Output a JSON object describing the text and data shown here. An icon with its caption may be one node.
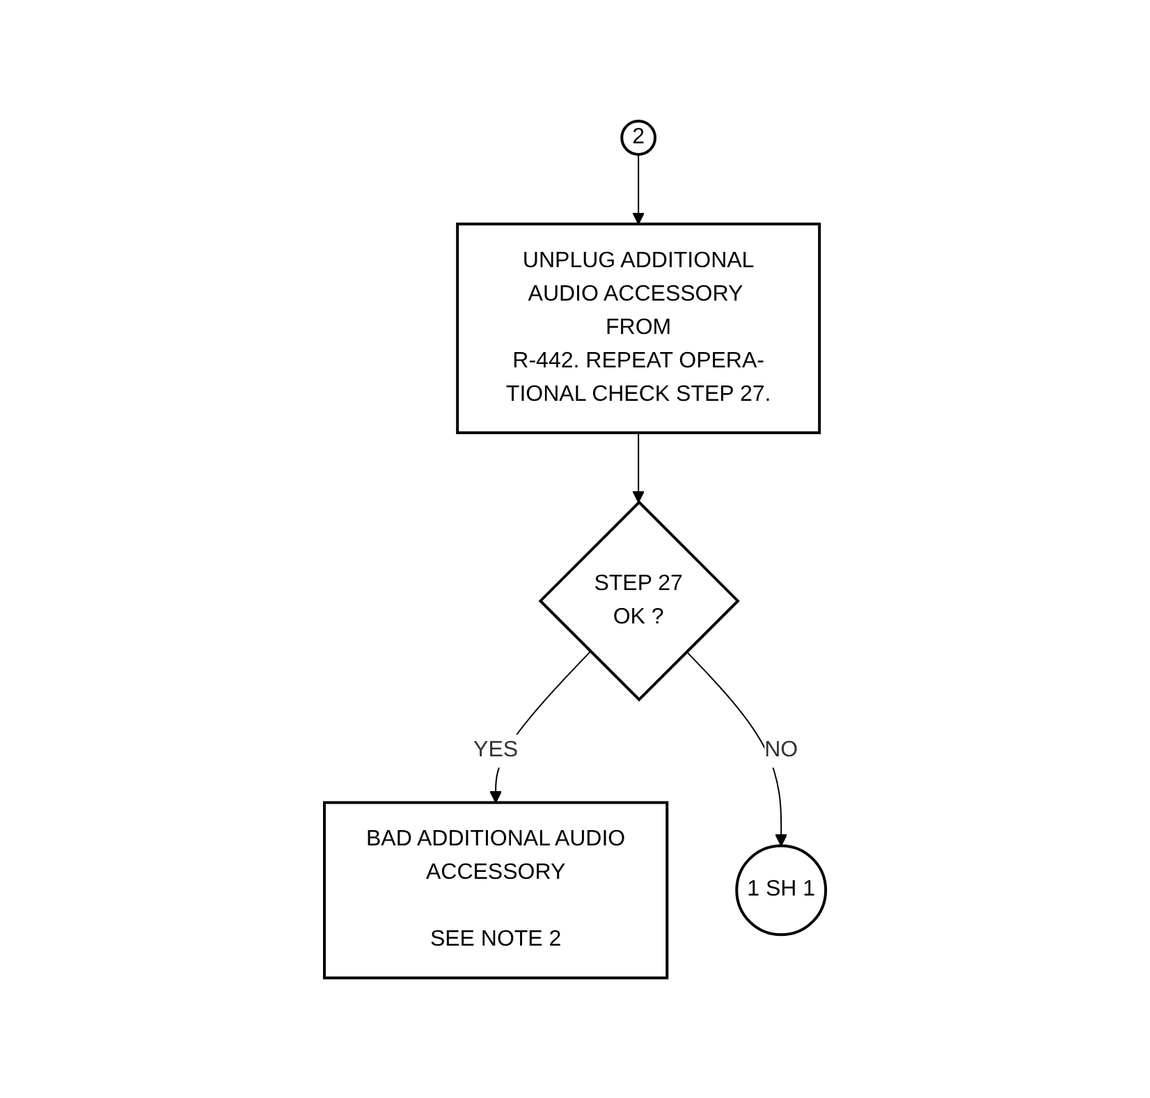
{
  "diagram": {
    "nodes": [
      {
        "text": [
          "2"
        ]
      },
      {
        "text": [
          "UNPLUG ADDITIONAL AUDIO ACCESSORY FROM R-442. REPEAT OPERA- TIONAL CHECK STEP 27."
        ]
      },
      {
        "text": [
          "STEP 27 OK ?"
        ]
      },
      {
        "text": [
          "BAD ADDITIONAL AUDIO ACCESSORY",
          "SEE NOTE 2"
        ]
      },
      {
        "text": [
          "1 SH 1"
        ]
      }
    ],
    "edges": [
      {
        "from": 0,
        "to": 1,
        "arrow": "to"
      },
      {
        "from": 1,
        "to": 2,
        "arrow": "to"
      },
      {
        "from": 2,
        "to": 3,
        "arrow": "to",
        "label": "YES"
      },
      {
        "from": 2,
        "to": 4,
        "arrow": "to",
        "label": "NO"
      }
    ]
  }
}
